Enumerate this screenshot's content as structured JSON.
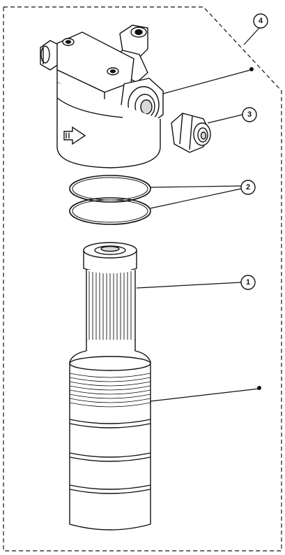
{
  "callouts": {
    "c1": "1",
    "c2": "2",
    "c3": "3",
    "c4": "4"
  },
  "colors": {
    "ink": "#111111",
    "paper": "#ffffff",
    "shade": "#d9d9d9"
  }
}
